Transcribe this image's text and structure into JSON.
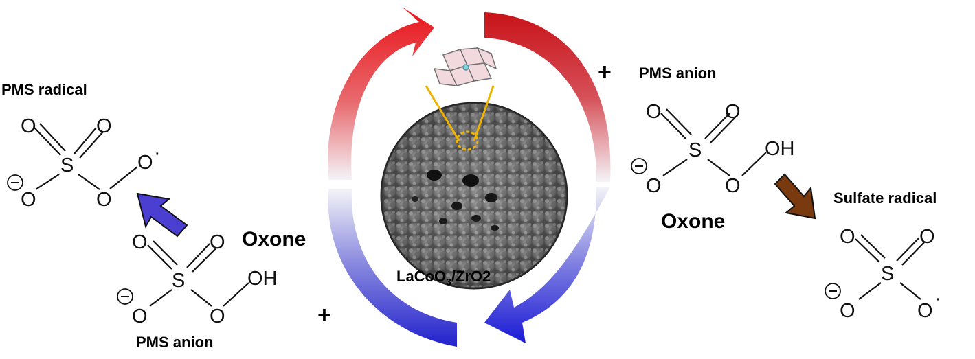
{
  "labels": {
    "pms_radical": "PMS radical",
    "pms_anion_right": "PMS anion",
    "pms_anion_left": "PMS anion",
    "oxone_left": "Oxone",
    "oxone_right": "Oxone",
    "sulfate_radical": "Sulfate radical",
    "plus": "+"
  },
  "catalyst": {
    "name_main": "LaCoO",
    "name_sub": "3",
    "name_rest": "/ZrO2"
  },
  "atoms": {
    "sulfur": "S",
    "oxygen": "O",
    "hydroxyl": "OH",
    "radical_dot": "·",
    "charge": "−"
  },
  "colors": {
    "arrow_red": "#e52222",
    "arrow_blue": "#2b2bd6",
    "arrow_indigo": "#4a3fd0",
    "arrow_brown": "#7a3a10",
    "orange_outline": "#f0b400"
  }
}
